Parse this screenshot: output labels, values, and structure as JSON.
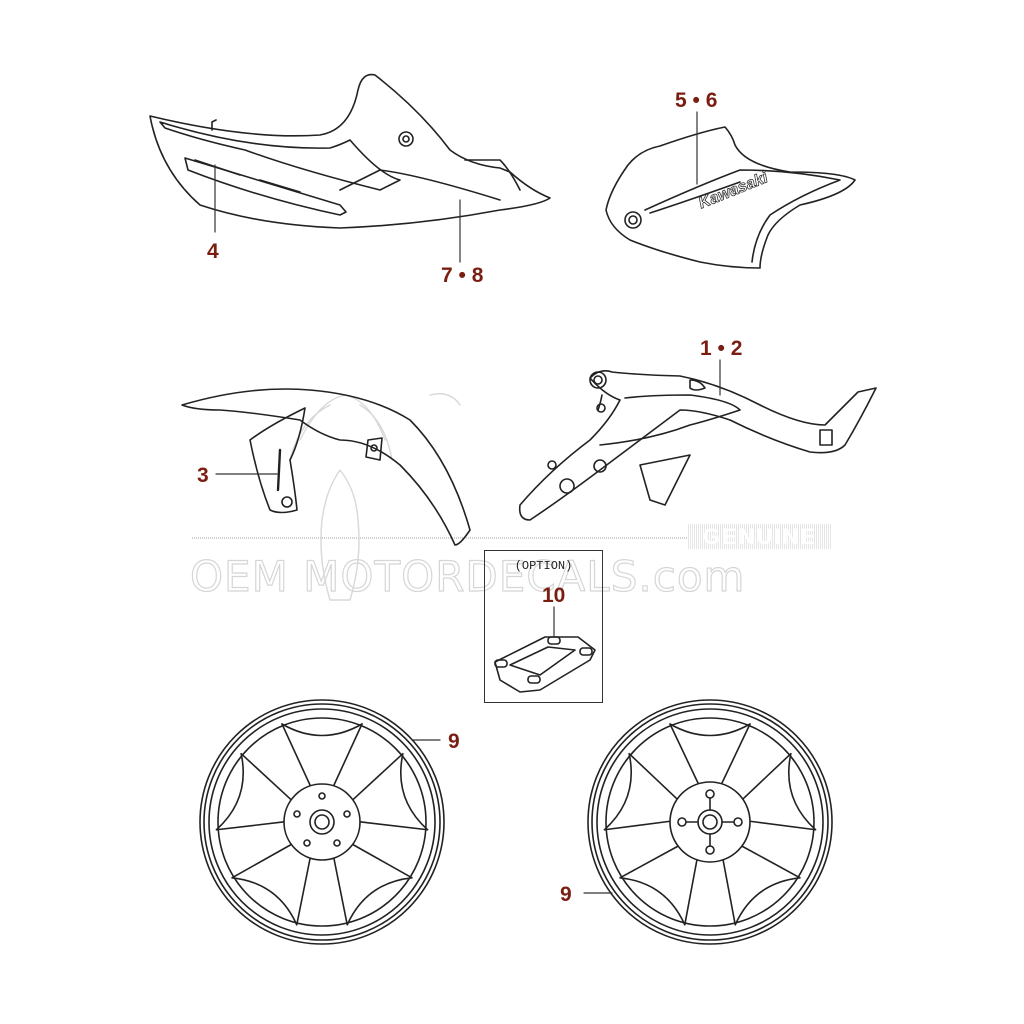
{
  "diagram": {
    "type": "motorcycle-parts-decal-diagram",
    "brand_logo_text": "Kawasaki",
    "callouts": [
      {
        "id": "c-5-6",
        "text": "5 • 6",
        "part": "side-cover-right"
      },
      {
        "id": "c-4",
        "text": "4",
        "part": "seat-cowl-emblem"
      },
      {
        "id": "c-7-8",
        "text": "7 • 8",
        "part": "seat-cowl-stripe"
      },
      {
        "id": "c-1-2",
        "text": "1 • 2",
        "part": "frame-side-cover"
      },
      {
        "id": "c-3",
        "text": "3",
        "part": "front-fender-emblem"
      },
      {
        "id": "c-10",
        "text": "10",
        "part": "optional-clip"
      },
      {
        "id": "c-9a",
        "text": "9",
        "part": "front-wheel"
      },
      {
        "id": "c-9b",
        "text": "9",
        "part": "rear-wheel"
      }
    ],
    "option_box_label": "(OPTION)"
  },
  "watermark": {
    "badge": "GENUINE",
    "site": "OEM MOTORDECALS.com"
  },
  "colors": {
    "callout": "#7a1e12",
    "line": "#222222",
    "watermark": "#d6d6d6"
  }
}
